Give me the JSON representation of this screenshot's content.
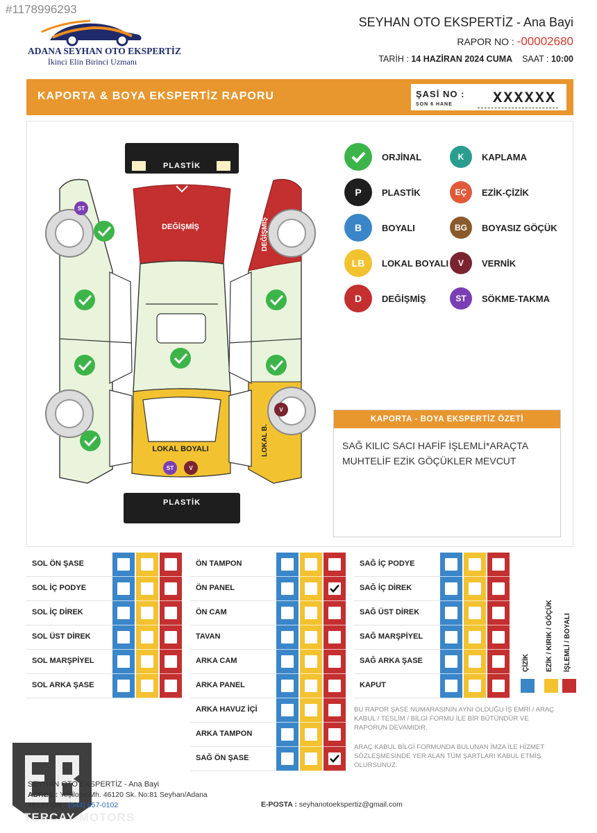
{
  "watermark_id": "#1178996293",
  "logo": {
    "title": "ADANA SEYHAN OTO EKSPERTİZ",
    "subtitle": "İkinci Elin Birinci Uzmanı"
  },
  "header": {
    "company": "SEYHAN OTO EKSPERTİZ - Ana Bayi",
    "rapor_label": "RAPOR NO : ",
    "rapor_no": "-00002680",
    "tarih_label": "TARİH : ",
    "tarih": "14 HAZİRAN 2024 CUMA",
    "saat_label": "SAAT : ",
    "saat": "10:00"
  },
  "banner": {
    "title": "KAPORTA & BOYA EKSPERTİZ RAPORU",
    "sasi_label": "ŞASİ NO :",
    "sasi_sub": "SON 6 HANE",
    "sasi_value": "XXXXXX"
  },
  "diagram": {
    "front_bumper": "PLASTİK",
    "rear_bumper": "PLASTİK",
    "hood": "DEĞİŞMİŞ",
    "right_front_fender": "DEĞİŞMİŞ",
    "trunk": "LOKAL BOYALI",
    "right_rear_fender": "LOKAL B.",
    "badge_st": "ST",
    "badge_v": "V"
  },
  "legend": [
    {
      "code": "",
      "label": "ORJİNAL",
      "color": "#3db449",
      "icon": "check-icon"
    },
    {
      "code": "K",
      "label": "KAPLAMA",
      "color": "#2a9d8f"
    },
    {
      "code": "P",
      "label": "PLASTİK",
      "color": "#1e1e1e"
    },
    {
      "code": "EÇ",
      "label": "EZİK-ÇİZİK",
      "color": "#e05a3a"
    },
    {
      "code": "B",
      "label": "BOYALI",
      "color": "#3a86c8"
    },
    {
      "code": "BG",
      "label": "BOYASIZ GÖÇÜK",
      "color": "#8b5a2b"
    },
    {
      "code": "LB",
      "label": "LOKAL BOYALI",
      "color": "#f2c230"
    },
    {
      "code": "V",
      "label": "VERNİK",
      "color": "#7a2430"
    },
    {
      "code": "D",
      "label": "DEĞİŞMİŞ",
      "color": "#c42f2f"
    },
    {
      "code": "ST",
      "label": "SÖKME-TAKMA",
      "color": "#7b3fb5"
    }
  ],
  "summary": {
    "title": "KAPORTA - BOYA EKSPERTİZ ÖZETİ",
    "text": "SAĞ KILIC SACI HAFİF İŞLEMLİ*ARAÇTA MUHTELİF EZİK GÖÇÜKLER MEVCUT"
  },
  "table_left": [
    {
      "label": "SOL ÖN ŞASE",
      "checks": [
        false,
        false,
        false
      ]
    },
    {
      "label": "SOL İÇ PODYE",
      "checks": [
        false,
        false,
        false
      ]
    },
    {
      "label": "SOL İÇ DİREK",
      "checks": [
        false,
        false,
        false
      ]
    },
    {
      "label": "SOL ÜST DİREK",
      "checks": [
        false,
        false,
        false
      ]
    },
    {
      "label": "SOL MARŞPİYEL",
      "checks": [
        false,
        false,
        false
      ]
    },
    {
      "label": "SOL ARKA ŞASE",
      "checks": [
        false,
        false,
        false
      ]
    }
  ],
  "table_middle": [
    {
      "label": "ÖN TAMPON",
      "checks": [
        false,
        false,
        false
      ]
    },
    {
      "label": "ÖN PANEL",
      "checks": [
        false,
        false,
        true
      ]
    },
    {
      "label": "ÖN CAM",
      "checks": [
        false,
        false,
        false
      ]
    },
    {
      "label": "TAVAN",
      "checks": [
        false,
        false,
        false
      ]
    },
    {
      "label": "ARKA CAM",
      "checks": [
        false,
        false,
        false
      ]
    },
    {
      "label": "ARKA PANEL",
      "checks": [
        false,
        false,
        false
      ]
    },
    {
      "label": "ARKA HAVUZ İÇİ",
      "checks": [
        false,
        false,
        false
      ]
    },
    {
      "label": "ARKA TAMPON",
      "checks": [
        false,
        false,
        false
      ]
    },
    {
      "label": "SAĞ ÖN ŞASE",
      "checks": [
        false,
        false,
        true
      ]
    }
  ],
  "table_right": [
    {
      "label": "SAĞ İÇ PODYE",
      "checks": [
        false,
        false,
        false
      ]
    },
    {
      "label": "SAĞ İÇ DİREK",
      "checks": [
        false,
        false,
        false
      ]
    },
    {
      "label": "SAĞ ÜST DİREK",
      "checks": [
        false,
        false,
        false
      ]
    },
    {
      "label": "SAĞ MARŞPİYEL",
      "checks": [
        false,
        false,
        false
      ]
    },
    {
      "label": "SAĞ ARKA ŞASE",
      "checks": [
        false,
        false,
        false
      ]
    },
    {
      "label": "KAPUT",
      "checks": [
        false,
        false,
        false
      ]
    }
  ],
  "column_colors": [
    "#3a86c8",
    "#f2c230",
    "#c42f2f"
  ],
  "column_legend": [
    "ÇİZİK",
    "EZİK / KIRIK / GÖÇÜK",
    "İŞLEMLİ / BOYALI"
  ],
  "notes": {
    "note1": "BU RAPOR ŞASE NUMARASININ AYNI OLDUĞU İŞ EMRİ / ARAÇ KABUL / TESLİM / BİLGİ FORMU İLE BİR BÜTÜNDÜR VE RAPORUN DEVAMIDIR.",
    "note2": "ARAÇ KABUL BİLGİ FORMUNDA BULUNAN İMZA İLE HİZMET SÖZLEŞMESİNDE YER ALAN TÜM ŞARTLARI KABUL ETMİŞ OLURSUNUZ."
  },
  "footer": {
    "name": "SEYHAN OTO EKSPERTİZ - Ana Bayi",
    "addr_label": "ADRES : ",
    "addr": "Yeşiloba Mh. 46120 Sk. No:81 Seyhan/Adana",
    "tel_label": "TELEFON : ",
    "tel": "(544) 657-0102",
    "mail_label": "E-POSTA : ",
    "mail": "seyhanotoekspertiz@gmail.com"
  },
  "watermark_brand": "TERCAY MOTORS"
}
